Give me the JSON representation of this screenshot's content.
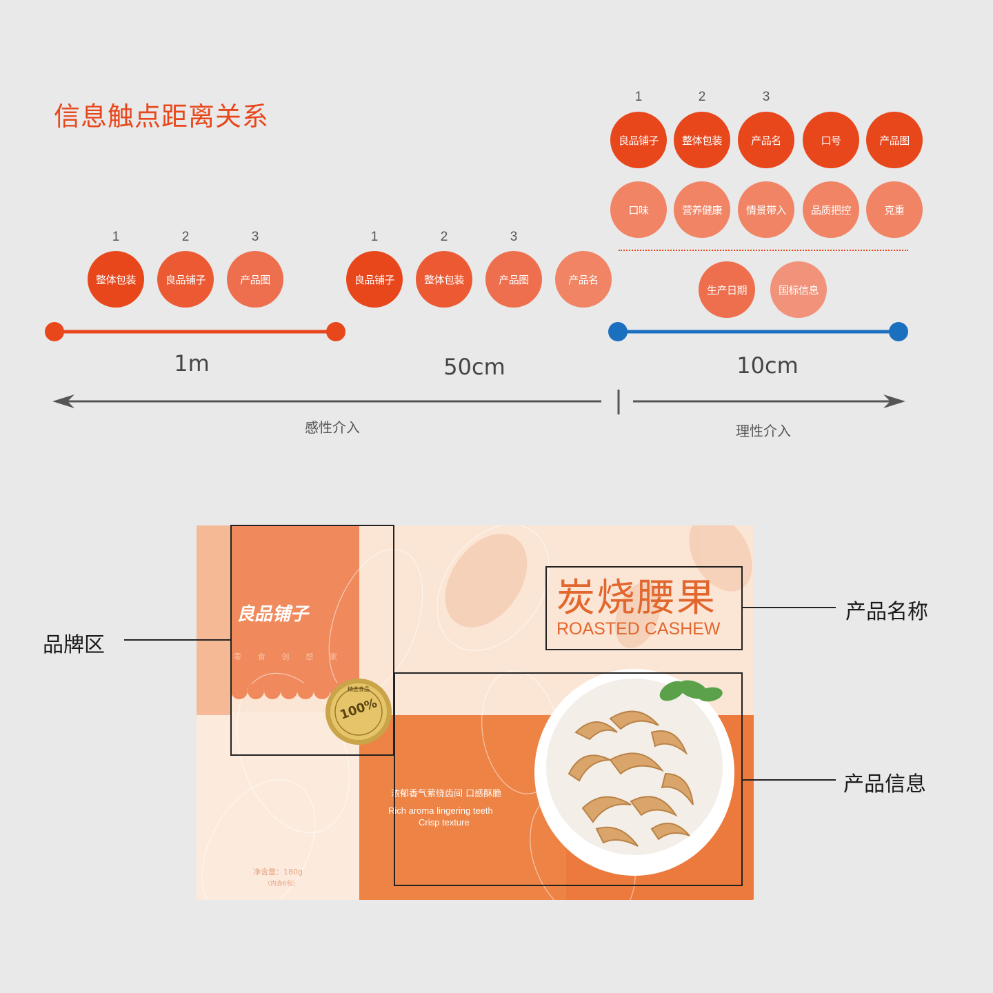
{
  "title": "信息触点距离关系",
  "top_right_numbers": [
    "1",
    "2",
    "3"
  ],
  "top_right_row1": [
    "良品铺子",
    "整体包装",
    "产品名",
    "口号",
    "产品图"
  ],
  "top_right_row2": [
    "口味",
    "营养健康",
    "情景带入",
    "品质把控",
    "克重"
  ],
  "top_right_row3": [
    "生产日期",
    "国标信息"
  ],
  "group_1m": {
    "numbers": [
      "1",
      "2",
      "3"
    ],
    "items": [
      "整体包装",
      "良品铺子",
      "产品图"
    ],
    "distance": "1m"
  },
  "group_50cm": {
    "numbers": [
      "1",
      "2",
      "3"
    ],
    "items": [
      "良品铺子",
      "整体包装",
      "产品图",
      "产品名"
    ],
    "distance": "50cm"
  },
  "group_10cm": {
    "distance": "10cm"
  },
  "emotional_label": "感性介入",
  "rational_label": "理性介入",
  "colors": {
    "orange": "#e8471c",
    "blue": "#1a6fbf"
  },
  "package": {
    "brand": "良品铺子",
    "brand_slogan": [
      "零",
      "食",
      "创",
      "想",
      "家"
    ],
    "badge_top": "精选食品",
    "badge_text": "100%",
    "product_cn": "炭烧腰果",
    "product_en": "ROASTED CASHEW",
    "desc_cn": "浓郁香气萦绕齿间 口感酥脆",
    "desc_en_1": "Rich aroma lingering teeth",
    "desc_en_2": "Crisp texture",
    "net_weight": "净含量：180g",
    "net_weight_note": "（内含6包）"
  },
  "callouts": {
    "brand_area": "品牌区",
    "product_name": "产品名称",
    "product_info": "产品信息"
  }
}
